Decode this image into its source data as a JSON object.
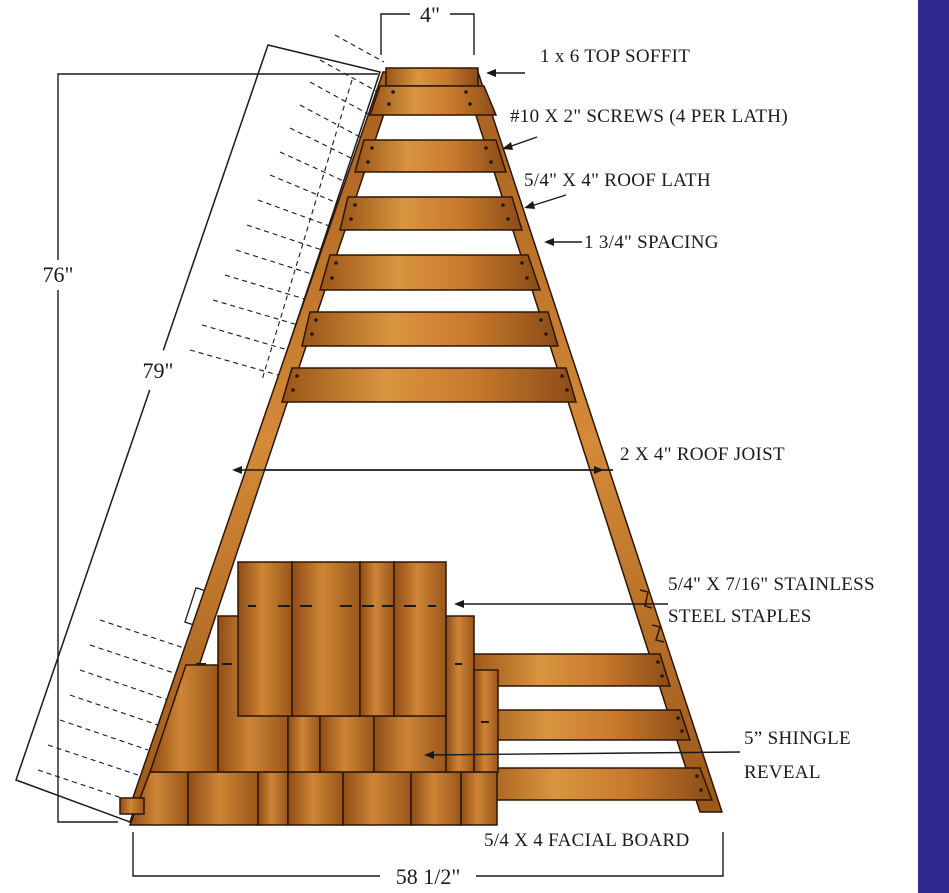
{
  "colors": {
    "wood_light": "#d88e3c",
    "wood_mid": "#c0702a",
    "wood_dark": "#8a4c17",
    "outline": "#2b1607",
    "side_bar": "#2f2b8e",
    "ink": "#1a1a1a"
  },
  "dimensions": {
    "top_width": "4\"",
    "height_vertical": "76\"",
    "rafter_length": "79\"",
    "base_width": "58 1/2\""
  },
  "labels": {
    "top_soffit": "1 x 6 TOP SOFFIT",
    "screws": "#10 X 2\" SCREWS (4 PER LATH)",
    "roof_lath": "5/4\" X 4\" ROOF LATH",
    "spacing": "1 3/4\" SPACING",
    "roof_joist": "2 X 4\" ROOF JOIST",
    "staples_line1": "5/4\" X 7/16\" STAINLESS",
    "staples_line2": "STEEL STAPLES",
    "reveal_line1": "5” SHINGLE",
    "reveal_line2": "REVEAL",
    "facial_board": "5/4 X 4 FACIAL BOARD"
  }
}
